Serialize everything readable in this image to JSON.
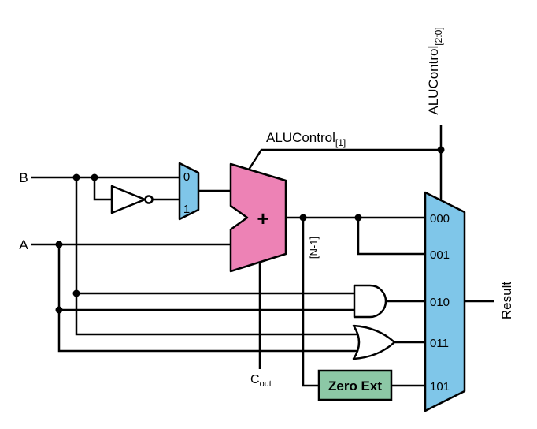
{
  "diagram": {
    "type": "circuit",
    "description": "ALU block diagram with adder, invert-B mux, AND, OR, Zero Ext and result mux",
    "colors": {
      "mux_fill": "#7FC6E9",
      "adder_fill": "#ED82B5",
      "zero_ext_fill": "#8CC8A6",
      "gate_fill": "#FFFFFF",
      "wire": "#000000",
      "background": "#FFFFFF"
    },
    "labels": {
      "input_b": "B",
      "input_a": "A",
      "invert_mux": {
        "in0": "0",
        "in1": "1"
      },
      "adder_plus": "+",
      "alucontrol_bit": {
        "main": "ALUControl",
        "sub": "[1]"
      },
      "alucontrol_bus": {
        "main": "ALUControl",
        "sub": "[2:0]"
      },
      "cout": {
        "main": "C",
        "sub": "out"
      },
      "msb_slice": "[N-1]",
      "zero_ext": "Zero Ext",
      "result": "Result",
      "result_mux_inputs": [
        "000",
        "001",
        "010",
        "011",
        "101"
      ]
    }
  }
}
